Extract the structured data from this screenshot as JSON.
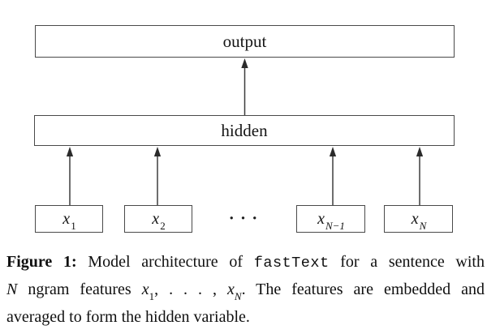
{
  "figure": {
    "diagram": {
      "output_label": "output",
      "hidden_label": "hidden",
      "ellipsis": "· · ·",
      "inputs": [
        {
          "base": "x",
          "sub": "1"
        },
        {
          "base": "x",
          "sub": "2"
        },
        {
          "base": "x",
          "sub": "N−1"
        },
        {
          "base": "x",
          "sub": "N"
        }
      ]
    },
    "caption": {
      "label": "Figure 1:",
      "text1": " Model architecture of ",
      "code": "fastText",
      "text2": " for a sentence with",
      "var_n": "N",
      "text3": " ngram features ",
      "x1_base": "x",
      "x1_sub": "1",
      "dots": ", . . . , ",
      "xN_base": "x",
      "xN_sub": "N",
      "text4": ". The features are embedded and",
      "text5": "averaged to form the hidden variable."
    }
  }
}
